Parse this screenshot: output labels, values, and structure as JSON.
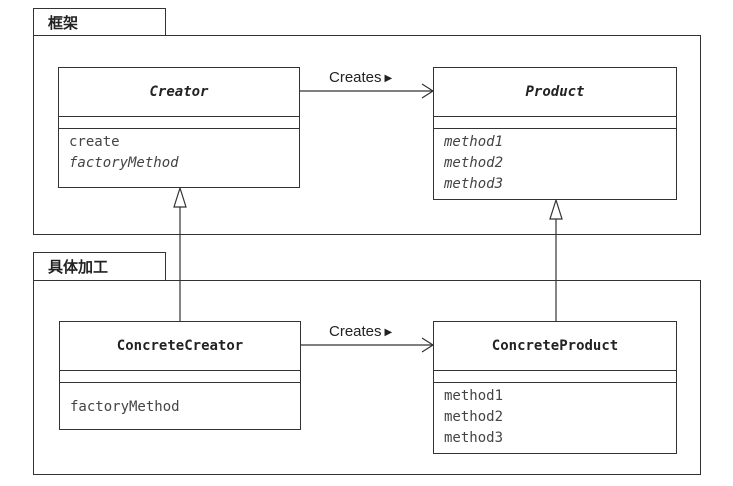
{
  "packages": {
    "framework": {
      "label": "框架"
    },
    "concrete": {
      "label": "具体加工"
    }
  },
  "classes": {
    "creator": {
      "name": "Creator",
      "ops": [
        "create",
        "factoryMethod"
      ]
    },
    "product": {
      "name": "Product",
      "ops": [
        "method1",
        "method2",
        "method3"
      ]
    },
    "concrete_creator": {
      "name": "ConcreteCreator",
      "ops": [
        "factoryMethod"
      ]
    },
    "concrete_product": {
      "name": "ConcreteProduct",
      "ops": [
        "method1",
        "method2",
        "method3"
      ]
    }
  },
  "relations": {
    "top_label": "Creates",
    "bottom_label": "Creates"
  }
}
